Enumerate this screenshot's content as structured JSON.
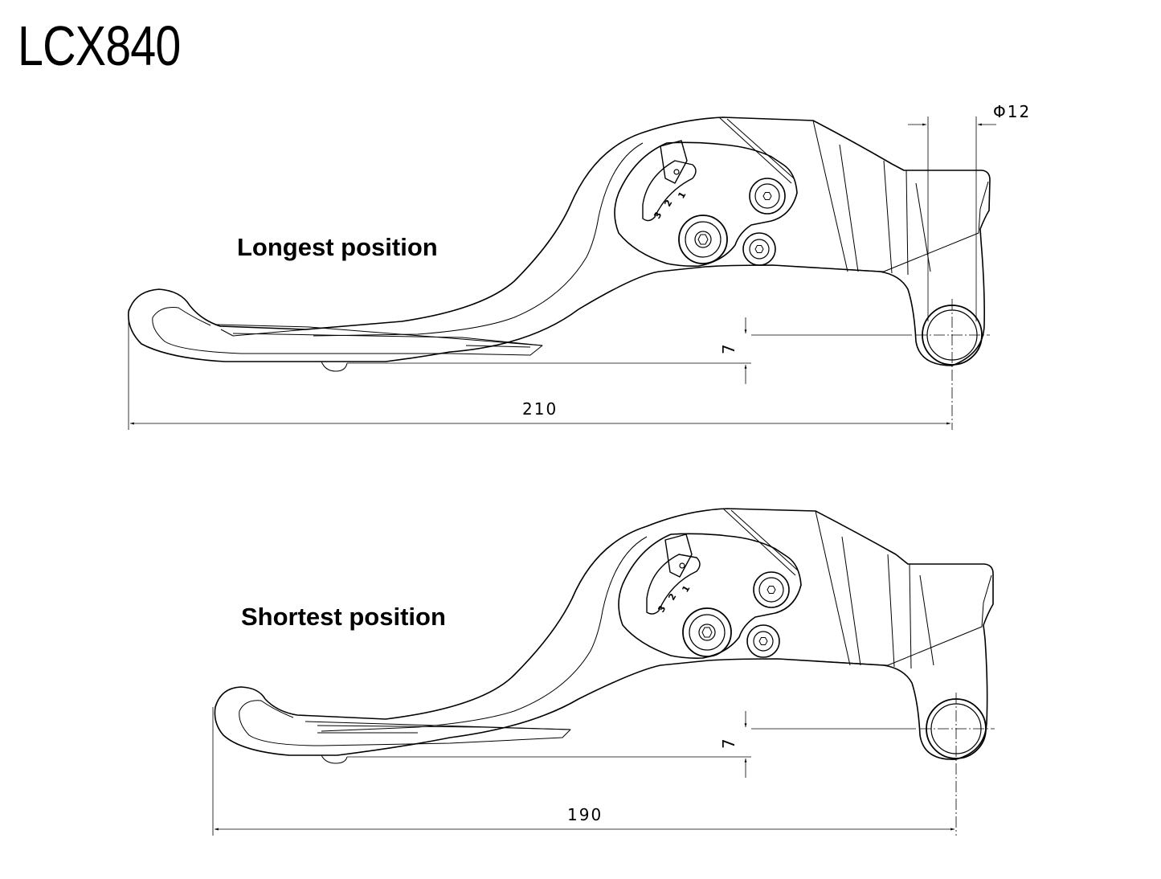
{
  "title": "LCX840",
  "views": [
    {
      "caption": "Longest position",
      "length_dim": "210",
      "offset_dim": "7",
      "adjuster_marks": [
        "3",
        "2",
        "1"
      ]
    },
    {
      "caption": "Shortest position",
      "length_dim": "190",
      "offset_dim": "7",
      "adjuster_marks": [
        "3",
        "2",
        "1"
      ]
    }
  ],
  "pivot_diameter_dim": "Φ12",
  "colors": {
    "line": "#000000",
    "background": "#ffffff"
  }
}
